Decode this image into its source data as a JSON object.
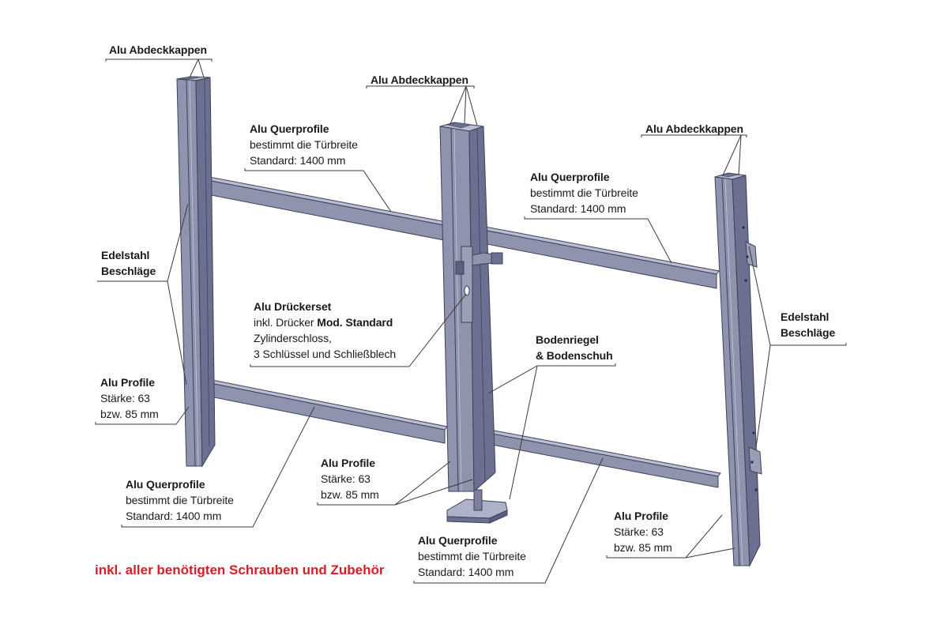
{
  "labels": {
    "caps_left": "Alu Abdeckkappen",
    "caps_middle": "Alu Abdeckkappen",
    "caps_right": "Alu Abdeckkappen",
    "rail_top_left": {
      "title": "Alu Querprofile",
      "line1": "bestimmt die Türbreite",
      "line2": "Standard: 1400 mm"
    },
    "rail_top_right": {
      "title": "Alu Querprofile",
      "line1": "bestimmt die Türbreite",
      "line2": "Standard: 1400 mm"
    },
    "rail_bottom_left": {
      "title": "Alu Querprofile",
      "line1": "bestimmt die Türbreite",
      "line2": "Standard: 1400 mm"
    },
    "rail_bottom_middle": {
      "title": "Alu Querprofile",
      "line1": "bestimmt die Türbreite",
      "line2": "Standard: 1400 mm"
    },
    "fittings_left": {
      "line1": "Edelstahl",
      "line2": "Beschläge"
    },
    "fittings_right": {
      "line1": "Edelstahl",
      "line2": "Beschläge"
    },
    "handle_set": {
      "title": "Alu Drückerset",
      "line1_prefix": "inkl. Drücker ",
      "line1_bold": "Mod. Standard",
      "line2": "Zylinderschloss,",
      "line3": "3 Schlüssel und Schließblech"
    },
    "floor_bolt": {
      "line1": "Bodenriegel",
      "line2": "& Bodenschuh"
    },
    "profile_left": {
      "title": "Alu Profile",
      "line1": "Stärke: 63",
      "line2": "bzw. 85 mm"
    },
    "profile_middle": {
      "title": "Alu Profile",
      "line1": "Stärke: 63",
      "line2": "bzw. 85 mm"
    },
    "profile_right": {
      "title": "Alu Profile",
      "line1": "Stärke: 63",
      "line2": "bzw. 85 mm"
    }
  },
  "note": "inkl. aller benötigten Schrauben und Zubehör",
  "colors": {
    "note": "#d31f26",
    "metal_face": "#8f93ad",
    "metal_side": "#6c7090",
    "metal_top": "#b9bdd2",
    "outline": "#3d4058",
    "leader": "#3a3a3a"
  }
}
